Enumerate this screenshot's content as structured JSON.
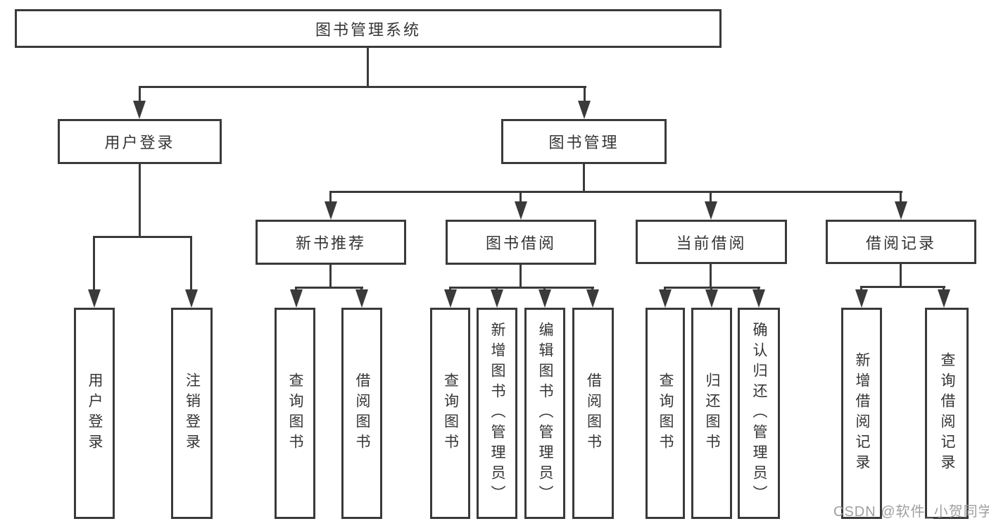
{
  "tree": {
    "root": "图书管理系统",
    "children": [
      {
        "label": "用户登录",
        "children": [
          "用户登录",
          "注销登录"
        ]
      },
      {
        "label": "图书管理",
        "children": [
          {
            "label": "新书推荐",
            "children": [
              "查询图书",
              "借阅图书"
            ]
          },
          {
            "label": "图书借阅",
            "children": [
              "查询图书",
              "新增图书（管理员）",
              "编辑图书（管理员）",
              "借阅图书"
            ]
          },
          {
            "label": "当前借阅",
            "children": [
              "查询图书",
              "归还图书",
              "确认归还（管理员）"
            ]
          },
          {
            "label": "借阅记录",
            "children": [
              "新增借阅记录",
              "查询借阅记录"
            ]
          }
        ]
      }
    ]
  },
  "watermark": {
    "text": "CSDN @软件_小贺同学"
  },
  "colors": {
    "line": "#3a3a3a",
    "box_background": "#ffffff",
    "text": "#353535",
    "watermark": "#9f9f9f"
  }
}
